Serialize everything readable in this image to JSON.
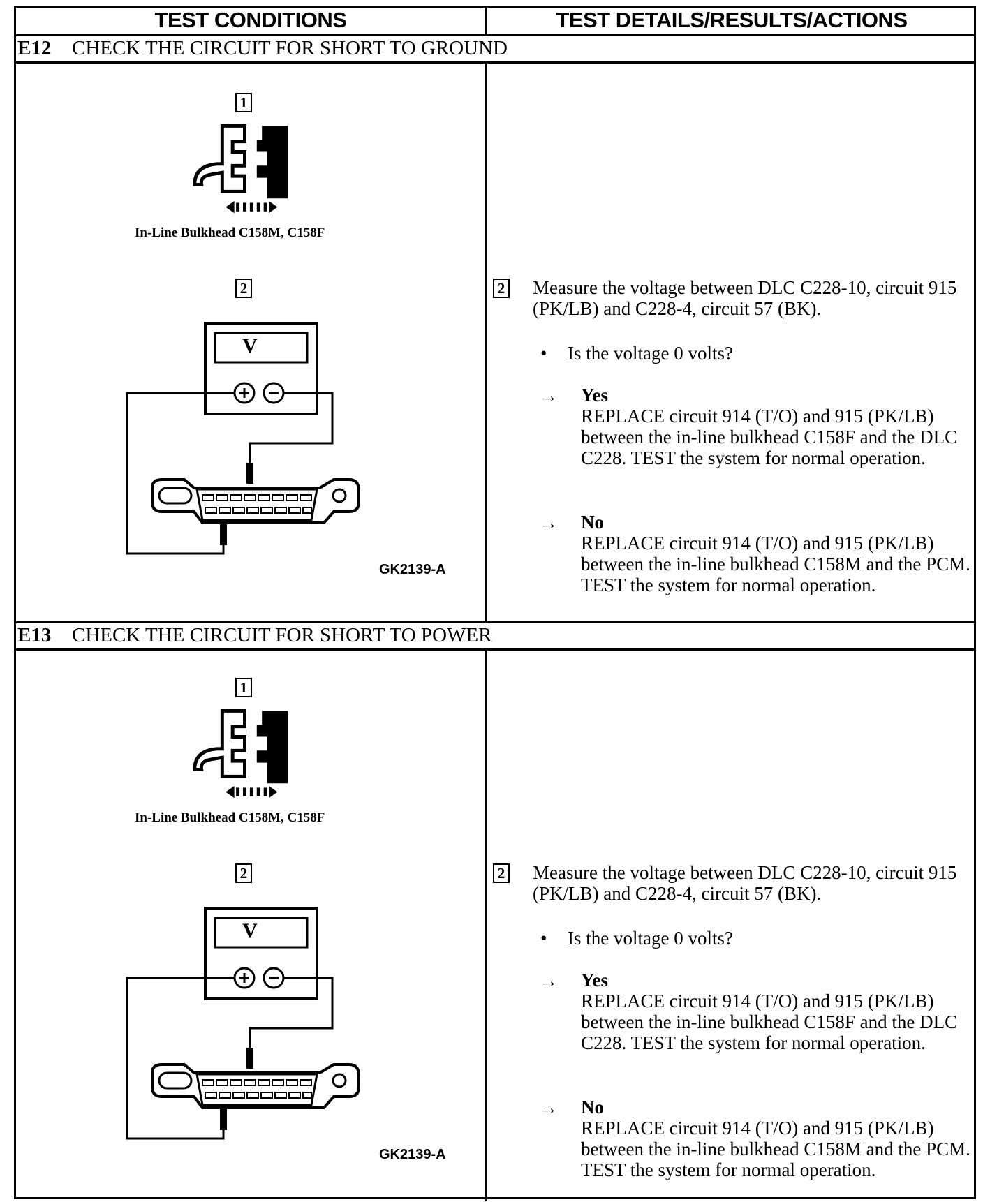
{
  "header": {
    "left": "TEST CONDITIONS",
    "right": "TEST DETAILS/RESULTS/ACTIONS"
  },
  "sections": [
    {
      "id": "E12",
      "title": "CHECK THE CIRCUIT FOR SHORT TO GROUND",
      "step1_num": "1",
      "caption": "In-Line Bulkhead C158M, C158F",
      "step2_num": "2",
      "meter_label": "V",
      "figure_code": "GK2139-A",
      "detail_num": "2",
      "instruction": "Measure the voltage between DLC C228-10, circuit 915 (PK/LB) and C228-4, circuit 57 (BK).",
      "question": "Is the voltage 0 volts?",
      "yes_label": "Yes",
      "yes_text": "REPLACE circuit 914 (T/O) and 915 (PK/LB) between the in-line bulkhead C158F and the DLC C228. TEST the system for normal operation.",
      "no_label": "No",
      "no_text": "REPLACE circuit 914 (T/O) and 915 (PK/LB) between the in-line bulkhead C158M and the PCM. TEST the system for normal operation."
    },
    {
      "id": "E13",
      "title": "CHECK THE CIRCUIT FOR SHORT TO POWER",
      "step1_num": "1",
      "caption": "In-Line Bulkhead C158M, C158F",
      "step2_num": "2",
      "meter_label": "V",
      "figure_code": "GK2139-A",
      "detail_num": "2",
      "instruction": "Measure the voltage between DLC C228-10, circuit 915 (PK/LB) and C228-4, circuit 57 (BK).",
      "question": "Is the voltage 0 volts?",
      "yes_label": "Yes",
      "yes_text": "REPLACE circuit 914 (T/O) and 915 (PK/LB) between the in-line bulkhead C158F and the DLC C228. TEST the system for normal operation.",
      "no_label": "No",
      "no_text": "REPLACE circuit 914 (T/O) and 915 (PK/LB) between the in-line bulkhead C158M and the PCM. TEST the system for normal operation."
    }
  ],
  "icons": {
    "bullet": "bullet-icon",
    "arrow": "right-arrow-icon"
  },
  "colors": {
    "ink": "#000000",
    "paper": "#ffffff"
  }
}
